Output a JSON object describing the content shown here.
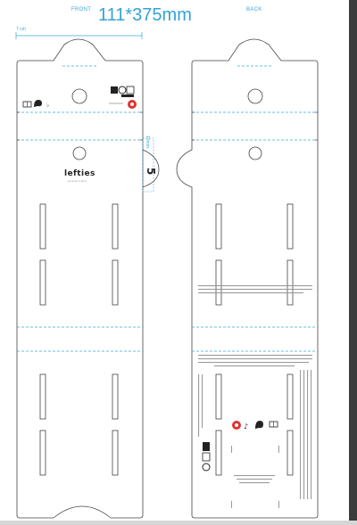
{
  "header": {
    "front_label": "FRONT",
    "back_label": "BACK",
    "title": "111*375mm",
    "dimension": "7 cm",
    "side_tab": "10mm"
  },
  "front": {
    "brand": "lefties",
    "brand_sub": "essentials"
  },
  "colors": {
    "accent": "#3aa6d8",
    "outline": "#444444",
    "fold_line": "#3aa6d8",
    "brand_red": "#e2322e"
  }
}
